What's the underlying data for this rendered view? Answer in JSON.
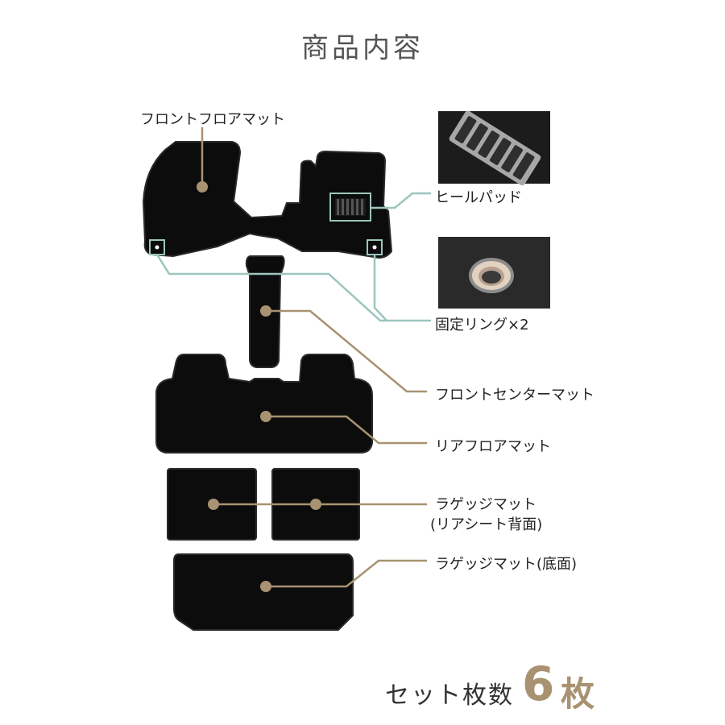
{
  "title": "商品内容",
  "colors": {
    "mat": "#0c0c0c",
    "mat_edge": "#2a2a2a",
    "gold": "#a89271",
    "teal": "#9cc5bd",
    "text": "#222222"
  },
  "labels": {
    "front_floor": "フロントフロアマット",
    "heel_pad": "ヒールパッド",
    "ring": "固定リング×2",
    "front_center": "フロントセンターマット",
    "rear_floor": "リアフロアマット",
    "luggage_back_line1": "ラゲッジマット",
    "luggage_back_line2": "(リアシート背面)",
    "luggage_bottom": "ラゲッジマット(底面)"
  },
  "set": {
    "text": "セット枚数",
    "number": "6",
    "unit": "枚"
  }
}
